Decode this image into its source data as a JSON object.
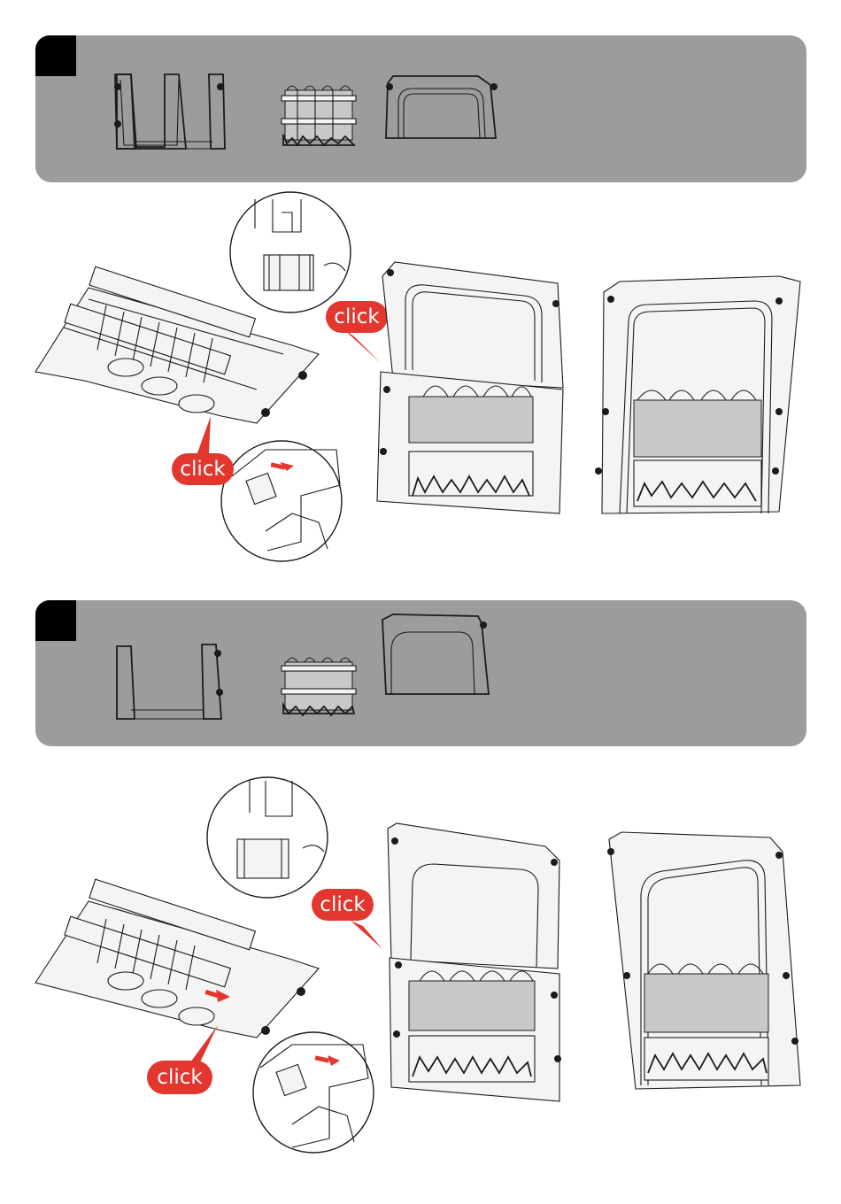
{
  "steps": [
    {
      "callouts": [
        {
          "label": "click"
        },
        {
          "label": "click"
        }
      ]
    },
    {
      "callouts": [
        {
          "label": "click"
        },
        {
          "label": "click"
        }
      ]
    }
  ],
  "colors": {
    "panel": "#9c9c9d",
    "step_marker": "#000000",
    "callout": "#e2362e",
    "arrow": "#e2362e"
  }
}
